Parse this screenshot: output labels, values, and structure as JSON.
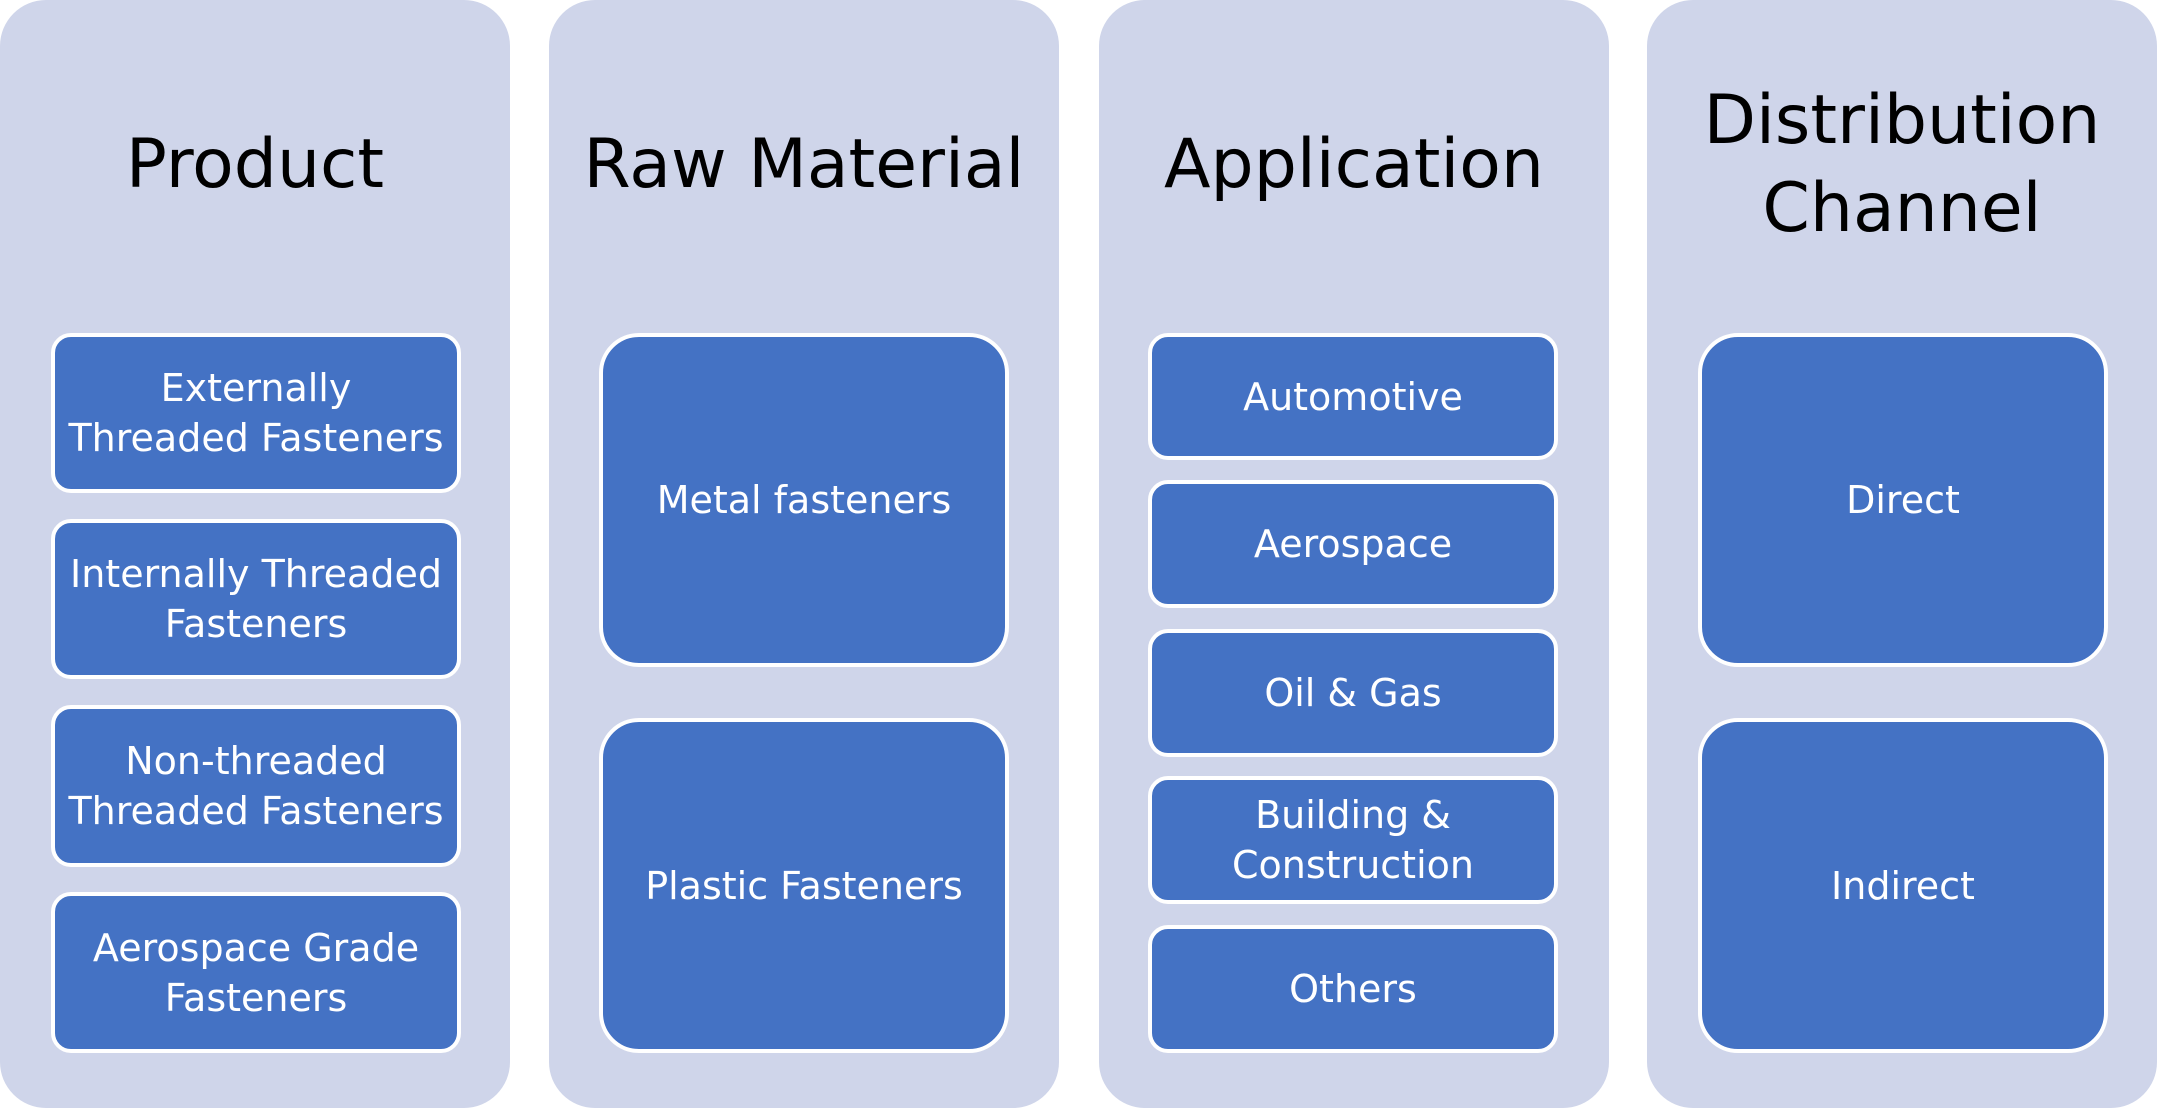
{
  "colors": {
    "panel": "#CFD5EA",
    "box": "#4472C4",
    "box_border": "#FFFFFF"
  },
  "columns": [
    {
      "title": "Product",
      "items": [
        "Externally Threaded Fasteners",
        "Internally Threaded Fasteners",
        "Non-threaded Threaded Fasteners",
        "Aerospace Grade Fasteners"
      ]
    },
    {
      "title": "Raw Material",
      "items": [
        "Metal fasteners",
        "Plastic Fasteners"
      ]
    },
    {
      "title": "Application",
      "items": [
        "Automotive",
        "Aerospace",
        "Oil & Gas",
        "Building & Construction",
        "Others"
      ]
    },
    {
      "title": "Distribution Channel",
      "items": [
        "Direct",
        "Indirect"
      ]
    }
  ]
}
